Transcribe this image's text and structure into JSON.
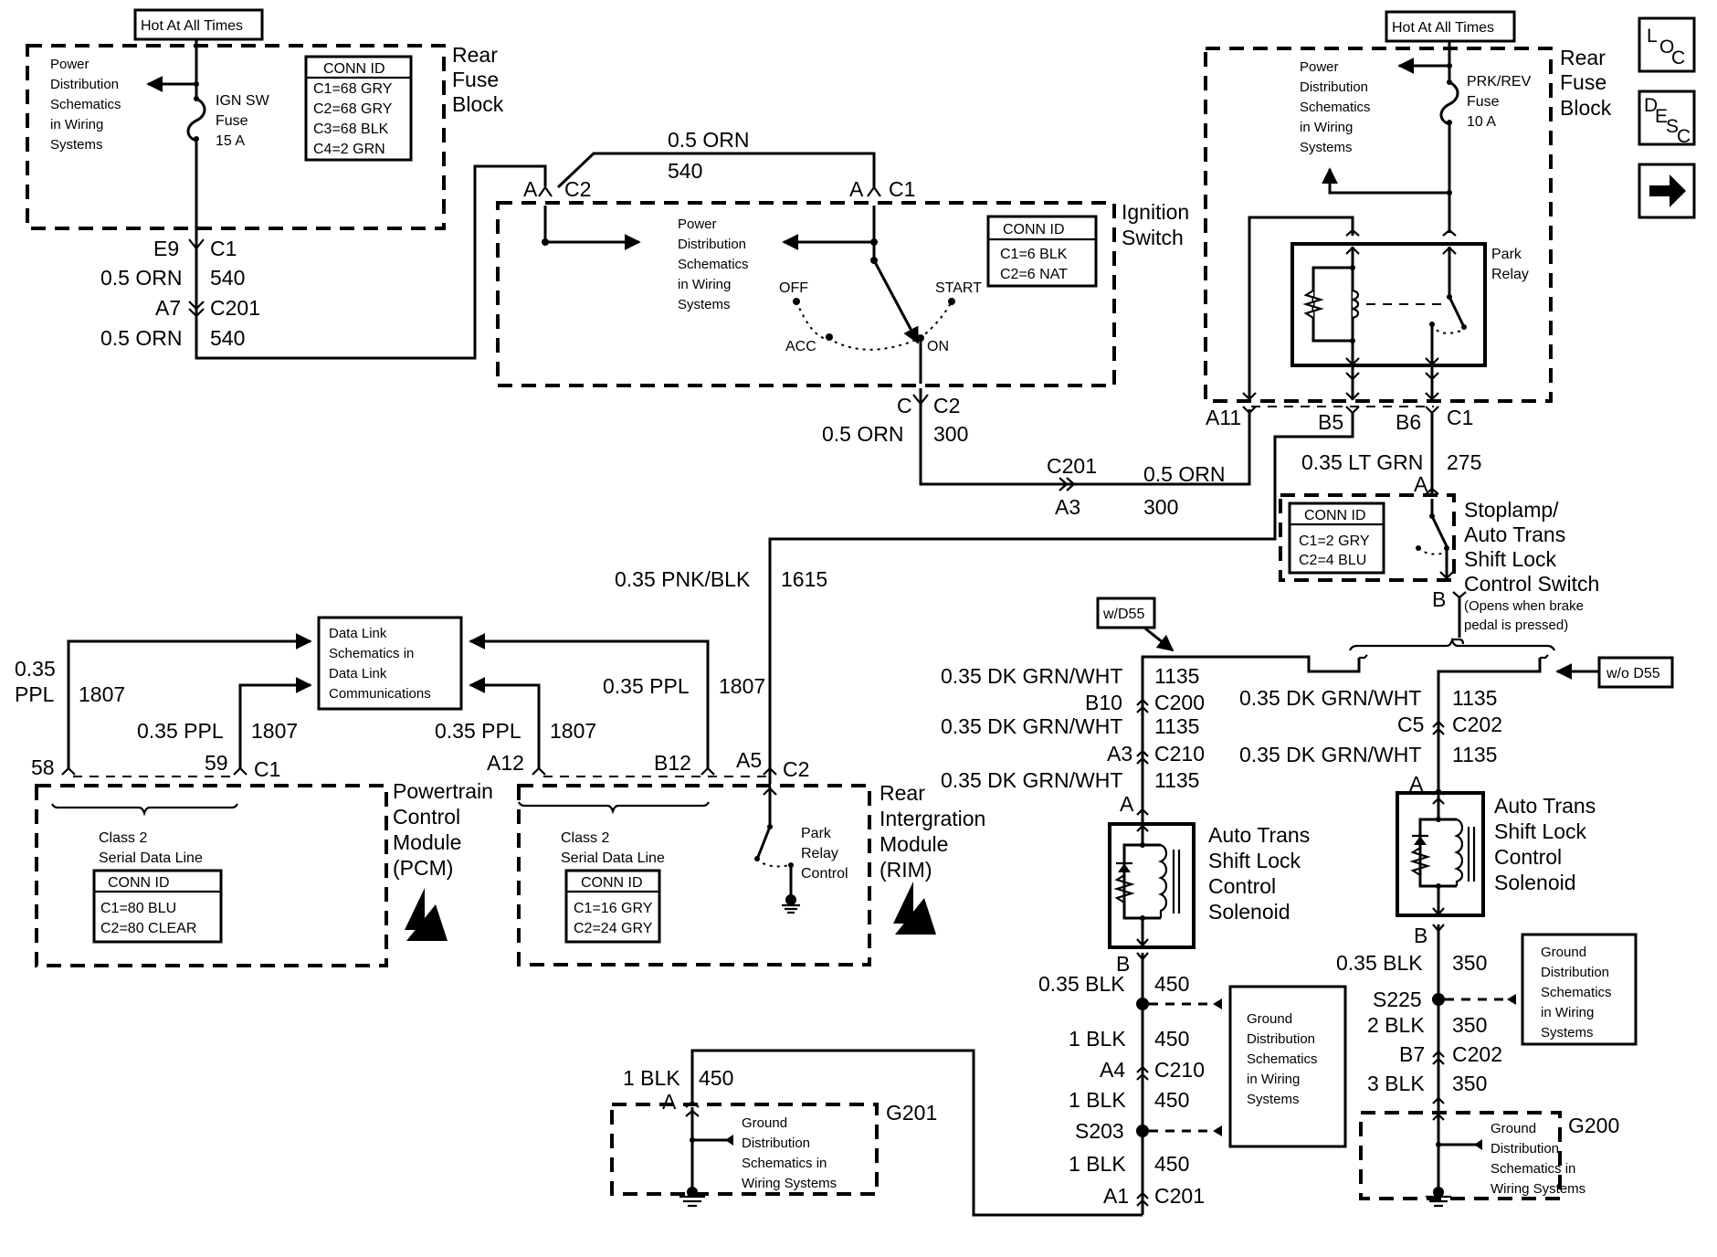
{
  "nav_buttons": {
    "loc": {
      "letters": [
        "L",
        "O",
        "C"
      ]
    },
    "desc": {
      "letters": [
        "D",
        "E",
        "S",
        "C"
      ]
    },
    "next": {
      "icon": "right-arrow-icon"
    }
  },
  "left_fuse_block": {
    "hot_label": "Hot At All Times",
    "title": [
      "Rear",
      "Fuse",
      "Block"
    ],
    "ref_text": [
      "Power",
      "Distribution",
      "Schematics",
      "in Wiring",
      "Systems"
    ],
    "fuse": [
      "IGN SW",
      "Fuse",
      "15 A"
    ],
    "conn_id": {
      "header": "CONN ID",
      "rows": [
        "C1=68 GRY",
        "C2=68 GRY",
        "C3=68 BLK",
        "C4=2 GRN"
      ]
    },
    "pin": "E9",
    "conn": "C1",
    "wire1": {
      "color": "0.5 ORN",
      "circuit": "540"
    },
    "pin2": "A7",
    "conn2": "C201",
    "wire2": {
      "color": "0.5 ORN",
      "circuit": "540"
    }
  },
  "ignition_switch": {
    "title": [
      "Ignition",
      "Switch"
    ],
    "top_wire": {
      "color": "0.5 ORN",
      "circuit": "540"
    },
    "pin_c2": "A",
    "conn_c2": "C2",
    "pin_c1": "A",
    "conn_c1": "C1",
    "ref_text": [
      "Power",
      "Distribution",
      "Schematics",
      "in Wiring",
      "Systems"
    ],
    "positions": [
      "OFF",
      "ACC",
      "ON",
      "START"
    ],
    "conn_id": {
      "header": "CONN ID",
      "rows": [
        "C1=6 BLK",
        "C2=6 NAT"
      ]
    },
    "out_pin": "C",
    "out_conn": "C2",
    "out_wire": {
      "color": "0.5 ORN",
      "circuit": "300"
    },
    "inline_conn": "C201",
    "inline_pin": "A3",
    "inline_wire": {
      "color": "0.5 ORN",
      "circuit": "300"
    }
  },
  "right_fuse_block": {
    "hot_label": "Hot At All Times",
    "title": [
      "Rear",
      "Fuse",
      "Block"
    ],
    "ref_text": [
      "Power",
      "Distribution",
      "Schematics",
      "in Wiring",
      "Systems"
    ],
    "fuse": [
      "PRK/REV",
      "Fuse",
      "10 A"
    ],
    "relay": [
      "Park",
      "Relay"
    ],
    "pins": [
      "A11",
      "B5",
      "B6"
    ],
    "conn": "C1"
  },
  "stoplamp_switch": {
    "wire_in": {
      "color": "0.35 LT GRN",
      "circuit": "275"
    },
    "pin_in": "A",
    "title": [
      "Stoplamp/",
      "Auto Trans",
      "Shift Lock",
      "Control Switch"
    ],
    "note": [
      "(Opens when brake",
      "pedal is pressed)"
    ],
    "conn_id": {
      "header": "CONN ID",
      "rows": [
        "C1=2 GRY",
        "C2=4 BLU"
      ]
    },
    "pin_out": "B"
  },
  "pnk_wire": {
    "color": "0.35 PNK/BLK",
    "circuit": "1615"
  },
  "data_link": {
    "ref_text": [
      "Data Link",
      "Schematics in",
      "Data Link",
      "Communications"
    ],
    "pcm_wire_a": {
      "color": [
        "0.35",
        "PPL"
      ],
      "circuit": "1807"
    },
    "pcm_wire_b": {
      "color": "0.35 PPL",
      "circuit": "1807"
    },
    "rim_wire_a": {
      "color": "0.35 PPL",
      "circuit": "1807"
    },
    "rim_wire_b": {
      "color": "0.35 PPL",
      "circuit": "1807"
    }
  },
  "pcm": {
    "title": [
      "Powertrain",
      "Control",
      "Module",
      "(PCM)"
    ],
    "pins": [
      "58",
      "59"
    ],
    "conn": "C1",
    "bus_label": [
      "Class 2",
      "Serial Data Line"
    ],
    "conn_id": {
      "header": "CONN ID",
      "rows": [
        "C1=80 BLU",
        "C2=80 CLEAR"
      ]
    },
    "esd_icon": "esd-warning-icon"
  },
  "rim": {
    "title": [
      "Rear",
      "Intergration",
      "Module",
      "(RIM)"
    ],
    "pins": [
      "A12",
      "B12",
      "A5"
    ],
    "conn": "C2",
    "bus_label": [
      "Class 2",
      "Serial Data Line"
    ],
    "relay_ctrl": [
      "Park",
      "Relay",
      "Control"
    ],
    "conn_id": {
      "header": "CONN ID",
      "rows": [
        "C1=16 GRY",
        "C2=24 GRY"
      ]
    },
    "esd_icon": "esd-warning-icon"
  },
  "option_labels": {
    "with": "w/D55",
    "without": "w/o D55"
  },
  "solenoid_left": {
    "wires": [
      {
        "color": "0.35 DK GRN/WHT",
        "circuit": "1135"
      },
      {
        "color": "0.35 DK GRN/WHT",
        "circuit": "1135"
      },
      {
        "color": "0.35 DK GRN/WHT",
        "circuit": "1135"
      }
    ],
    "conns": [
      {
        "pin": "B10",
        "conn": "C200"
      },
      {
        "pin": "A3",
        "conn": "C210"
      }
    ],
    "pin_a": "A",
    "pin_b": "B",
    "title": [
      "Auto Trans",
      "Shift Lock",
      "Control",
      "Solenoid"
    ],
    "ground_wires": [
      {
        "color": "0.35 BLK",
        "circuit": "450"
      },
      {
        "color": "1 BLK",
        "circuit": "450"
      },
      {
        "color": "1 BLK",
        "circuit": "450"
      },
      {
        "color": "1 BLK",
        "circuit": "450"
      }
    ],
    "ground_conns": [
      {
        "pin": "A4",
        "conn": "C210"
      },
      {
        "pin": "A1",
        "conn": "C201"
      }
    ],
    "splice": "S203",
    "ground_ref": [
      "Ground",
      "Distribution",
      "Schematics",
      "in Wiring",
      "Systems"
    ]
  },
  "solenoid_right": {
    "wires": [
      {
        "color": "0.35 DK GRN/WHT",
        "circuit": "1135"
      },
      {
        "color": "0.35 DK GRN/WHT",
        "circuit": "1135"
      }
    ],
    "conn": {
      "pin": "C5",
      "conn": "C202"
    },
    "pin_a": "A",
    "pin_b": "B",
    "title": [
      "Auto Trans",
      "Shift Lock",
      "Control",
      "Solenoid"
    ],
    "ground_wires": [
      {
        "color": "0.35 BLK",
        "circuit": "350"
      },
      {
        "color": "2 BLK",
        "circuit": "350"
      },
      {
        "color": "3 BLK",
        "circuit": "350"
      }
    ],
    "splice": "S225",
    "ground_conn": {
      "pin": "B7",
      "conn": "C202"
    },
    "ground_ref": [
      "Ground",
      "Distribution",
      "Schematics",
      "in Wiring",
      "Systems"
    ]
  },
  "ground_g201": {
    "wire": {
      "color": "1 BLK",
      "circuit": "450"
    },
    "pin": "A",
    "name": "G201",
    "ref_text": [
      "Ground",
      "Distribution",
      "Schematics in",
      "Wiring Systems"
    ]
  },
  "ground_g200": {
    "name": "G200",
    "ref_text": [
      "Ground",
      "Distribution",
      "Schematics in",
      "Wiring Systems"
    ]
  }
}
